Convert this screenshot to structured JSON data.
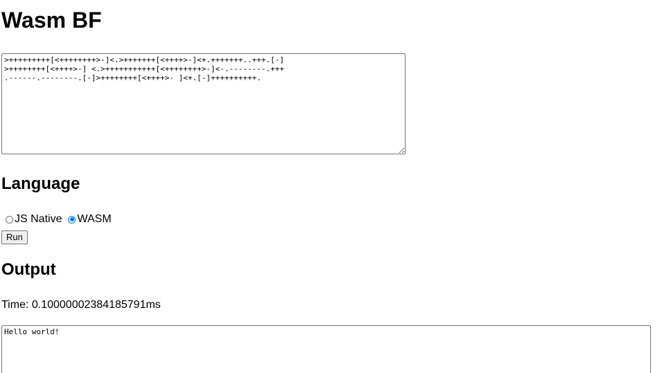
{
  "page": {
    "title": "Wasm BF"
  },
  "editor": {
    "code": ">+++++++++[<++++++++>-]<.>+++++++[<++++>-]<+.+++++++..+++.[-]\n>++++++++[<++++>-] <.>+++++++++++[<++++++++>-]<-.--------.+++\n.------.--------.[-]>++++++++[<++++>- ]<+.[-]++++++++++."
  },
  "language": {
    "heading": "Language",
    "options": [
      {
        "label": "JS Native",
        "checked": false
      },
      {
        "label": "WASM",
        "checked": true
      }
    ]
  },
  "run": {
    "label": "Run"
  },
  "output": {
    "heading": "Output",
    "time_text": "Time: 0.10000002384185791ms",
    "text": "Hello world!"
  },
  "colors": {
    "accent": "#0075ff",
    "border": "#767676",
    "button_bg": "#efefef"
  }
}
